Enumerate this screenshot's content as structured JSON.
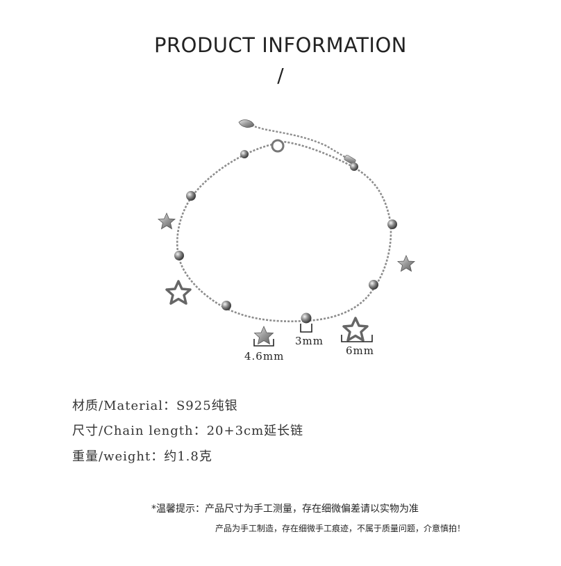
{
  "header": {
    "title": "PRODUCT INFORMATION",
    "divider": "/"
  },
  "dimensions": {
    "star_size": "4.6mm",
    "bead_size": "3mm",
    "hollow_star_size": "6mm"
  },
  "specs": [
    "材质/Material：S925纯银",
    "尺寸/Chain length：20+3cm延长链",
    "重量/weight：约1.8克"
  ],
  "notes": {
    "line1": "*温馨提示：产品尺寸为手工测量，存在细微偏差请以实物为准",
    "line2": "产品为手工制造，存在细微手工痕迹，不属于质量问题，介意慎拍！"
  }
}
